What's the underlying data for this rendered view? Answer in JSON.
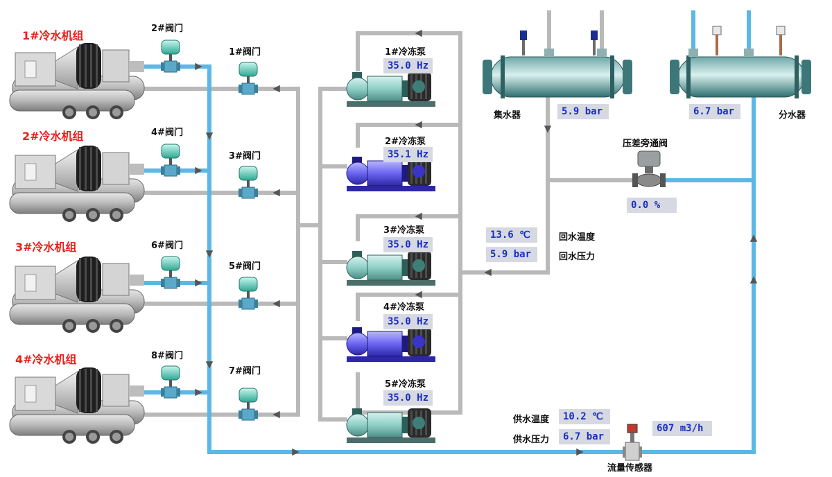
{
  "chillers": [
    {
      "label": "1#冷水机组"
    },
    {
      "label": "2#冷水机组"
    },
    {
      "label": "3#冷水机组"
    },
    {
      "label": "4#冷水机组"
    }
  ],
  "valves": {
    "v1": "1#阀门",
    "v2": "2#阀门",
    "v3": "3#阀门",
    "v4": "4#阀门",
    "v5": "5#阀门",
    "v6": "6#阀门",
    "v7": "7#阀门",
    "v8": "8#阀门"
  },
  "pumps": [
    {
      "label": "1#冷冻泵",
      "freq": "35.0 Hz"
    },
    {
      "label": "2#冷冻泵",
      "freq": "35.1 Hz"
    },
    {
      "label": "3#冷冻泵",
      "freq": "35.0 Hz"
    },
    {
      "label": "4#冷冻泵",
      "freq": "35.0 Hz"
    },
    {
      "label": "5#冷冻泵",
      "freq": "35.0 Hz"
    }
  ],
  "collector": {
    "label": "集水器",
    "pressure": "5.9 bar"
  },
  "distributor": {
    "label": "分水器",
    "pressure": "6.7 bar"
  },
  "bypass": {
    "label": "压差旁通阀",
    "opening": "0.0  %"
  },
  "return": {
    "temp": "13.6 ℃",
    "pressure": "5.9 bar",
    "temp_label": "回水温度",
    "pressure_label": "回水压力"
  },
  "supply": {
    "temp": "10.2 ℃",
    "pressure": "6.7 bar",
    "temp_label": "供水温度",
    "pressure_label": "供水压力"
  },
  "flow": {
    "label": "流量传感器",
    "value": "607 m3/h"
  },
  "colors": {
    "supply_pipe": "#5bb8e6",
    "return_pipe": "#b8b8b8",
    "chiller_label": "#e8201a",
    "value_text": "#1a2fbf"
  }
}
